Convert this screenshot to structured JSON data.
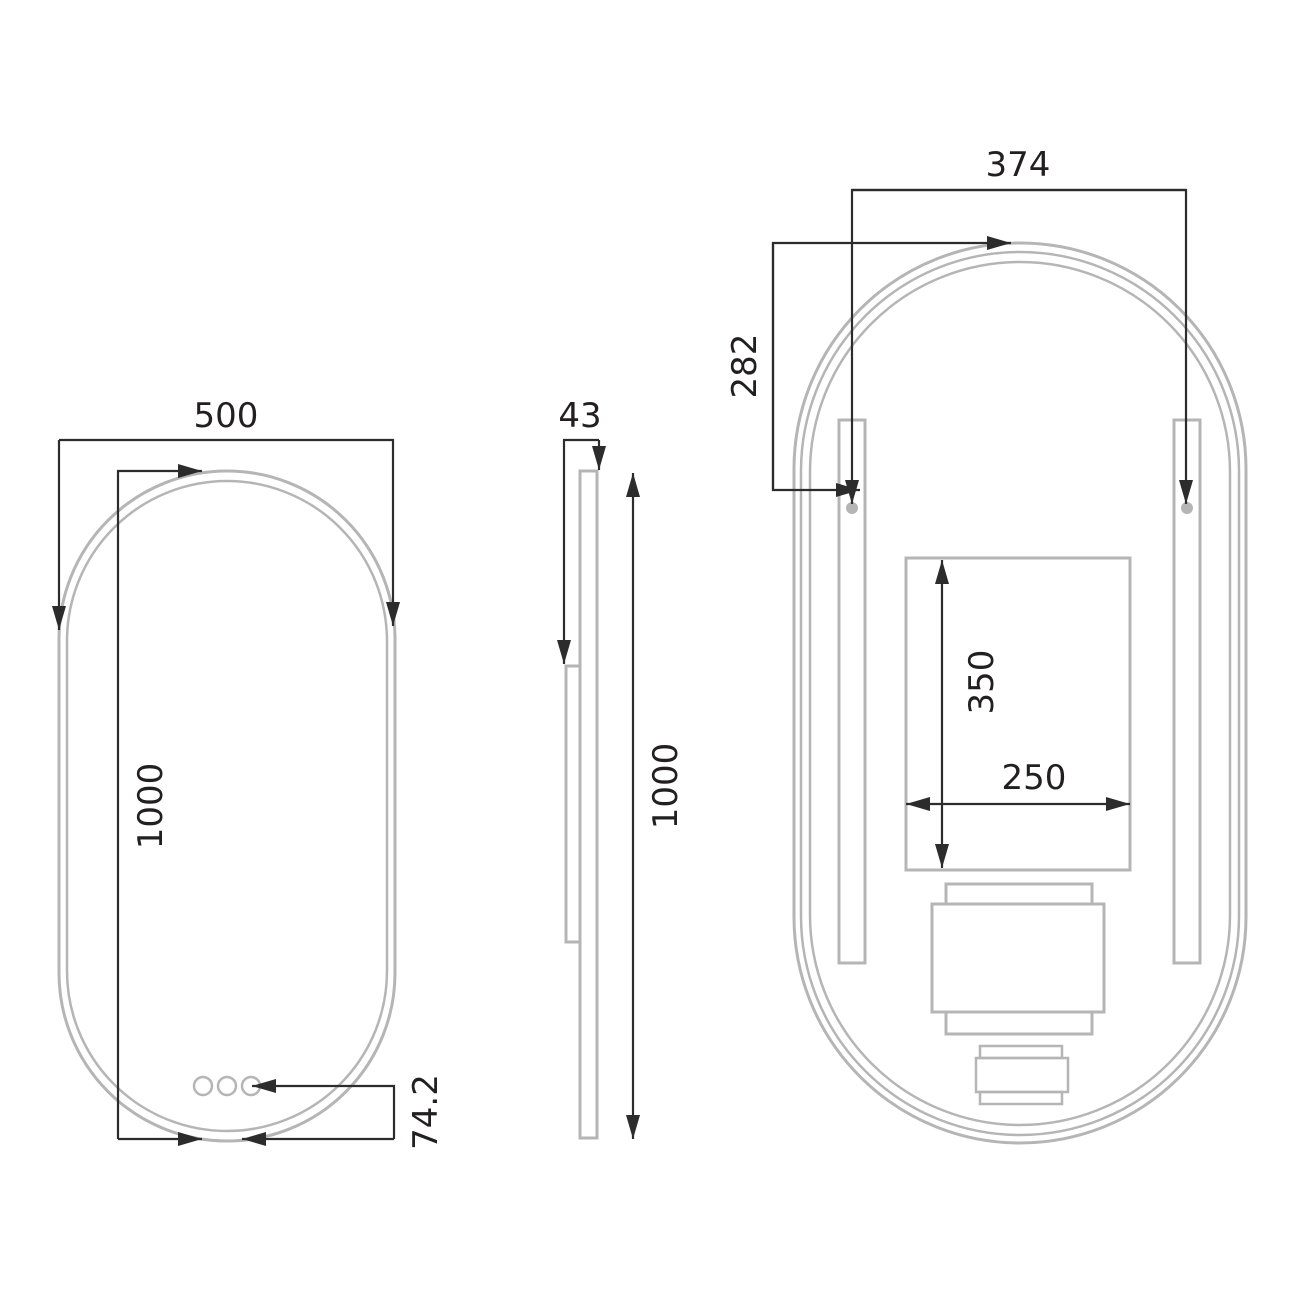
{
  "front_view": {
    "width_label": "500",
    "height_label": "1000",
    "button_offset_label": "74.2"
  },
  "side_view": {
    "depth_label": "43",
    "height_label": "1000"
  },
  "back_view": {
    "hole_spacing_label": "374",
    "hole_height_label": "282",
    "box_height_label": "350",
    "box_width_label": "250"
  },
  "colors": {
    "outline": "#b5b5b5",
    "dimension": "#2c2c2c",
    "text": "#231f20"
  }
}
